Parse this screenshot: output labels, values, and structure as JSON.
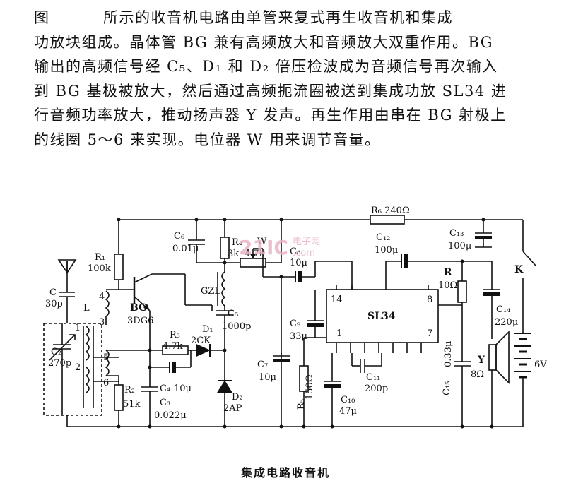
{
  "paragraph": {
    "lines": [
      "所示的收音机电路由单管来复式再生收音机和集成",
      "功放块组成。晶体管 BG 兼有高频放大和音频放大双重作用。BG",
      "输出的高频信号经 C₅、D₁ 和 D₂ 倍压检波成为音频信号再次输入",
      "到 BG 基极被放大，然后通过高频扼流圈被送到集成功放 SL34 进",
      "行音频功率放大，推动扬声器 Y 发声。再生作用由串在 BG 射极上",
      "的线圈 5～6 来实现。电位器 W 用来调节音量。"
    ],
    "figure_word": "图"
  },
  "labels": {
    "r6": "R₆ 240Ω",
    "c6": "C₆",
    "c6_val": "0.01μ",
    "r4": "R₄",
    "r4_val": "3k",
    "w": "W",
    "w_val": "4.7k",
    "c8": "C₈",
    "c8_val": "10μ",
    "c12": "C₁₂",
    "c12_val": "100μ",
    "c13": "C₁₃",
    "c13_val": "100μ",
    "k": "K",
    "r1": "R₁",
    "r1_val": "100k",
    "c_ant": "C",
    "c_ant_val": "30p",
    "l": "L",
    "coil4": "4",
    "coil3": "3",
    "coil1": "1",
    "coil2": "2",
    "coil5": "5",
    "coil6": "6",
    "bg": "BG",
    "bg_val": "3DG6",
    "gzl": "GZL",
    "c5": "C₅",
    "c5_val": "1000p",
    "c2": "C₂",
    "c2_val": "270p",
    "r3": "R₃",
    "r3_val": "4.7k",
    "d1": "D₁",
    "d1_val": "2CK",
    "c4": "C₄",
    "c4_val": "10μ",
    "c3": "C₃",
    "c3_val": "0.022μ",
    "r2": "R₂",
    "r2_val": "51k",
    "d2": "D₂",
    "d2_val": "2AP",
    "ic": "SL34",
    "pin14": "14",
    "pin8": "8",
    "pin1": "1",
    "pin7": "7",
    "c9": "C₉",
    "c9_val": "33μ",
    "c7": "C₇",
    "c7_val": "10μ",
    "r5": "R₅",
    "r5_val": "150Ω",
    "c10": "C₁₀",
    "c10_val": "47μ",
    "c11": "C₁₁",
    "c11_val": "200p",
    "r": "R",
    "r_val": "10Ω",
    "c15": "C₁₅",
    "c15_val": "0.33μ",
    "c14": "C₁₄",
    "c14_val": "220μ",
    "y": "Y",
    "y_val": "8Ω",
    "batt": "6V"
  },
  "watermark": {
    "main": "21IC",
    "sub1": "电子网",
    "sub2": ".com",
    "color": "#e8b4c4"
  },
  "caption": "集成电路收音机"
}
